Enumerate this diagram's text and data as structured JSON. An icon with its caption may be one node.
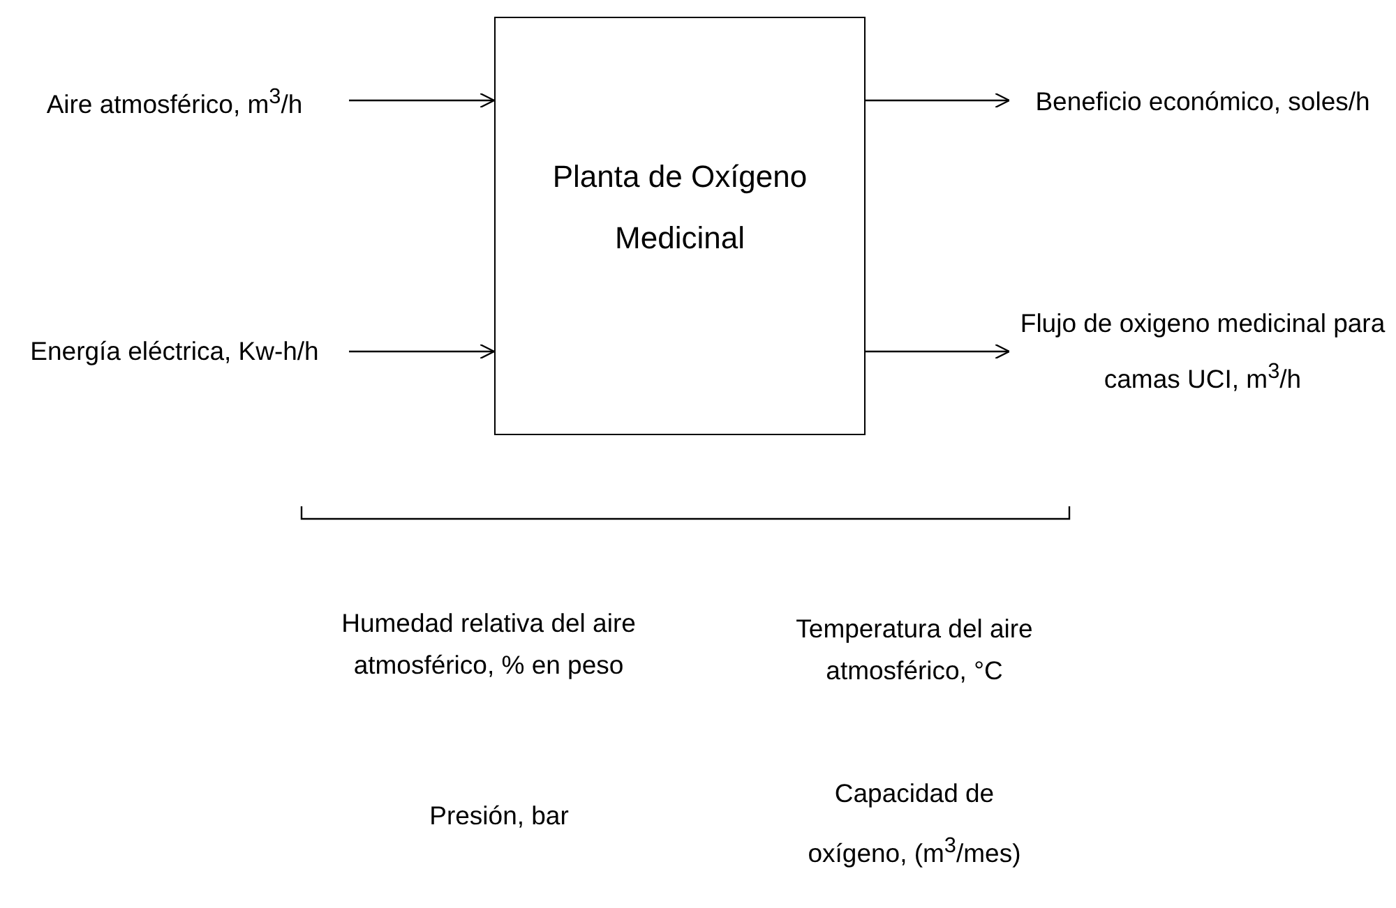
{
  "diagram": {
    "nodes": [
      {
        "text": [
          "Aire atmosférico, m$^{3}$/h"
        ]
      },
      {
        "text": [
          "Energía eléctrica, Kw-h/h"
        ]
      },
      {
        "text": [
          "Planta de Oxígeno Medicinal"
        ]
      },
      {
        "text": [
          "Beneficio económico, soles/h"
        ]
      },
      {
        "text": [
          "Flujo de oxigeno medicinal para camas UCI, m$^{3}$/h"
        ]
      }
    ],
    "edges": [
      {
        "from": 0,
        "to": 2,
        "arrow": "to"
      },
      {
        "from": 1,
        "to": 2,
        "arrow": "to"
      },
      {
        "from": 2,
        "to": 3,
        "arrow": "to"
      },
      {
        "from": 2,
        "to": 4,
        "arrow": "to"
      }
    ],
    "labels": [
      "Humedad relativa del aire atmosférico, % en peso",
      "Temperatura del aire atmosférico, °C",
      "Presión, bar",
      "Capacidad de oxígeno, (m$^{3}$/mes)"
    ]
  }
}
